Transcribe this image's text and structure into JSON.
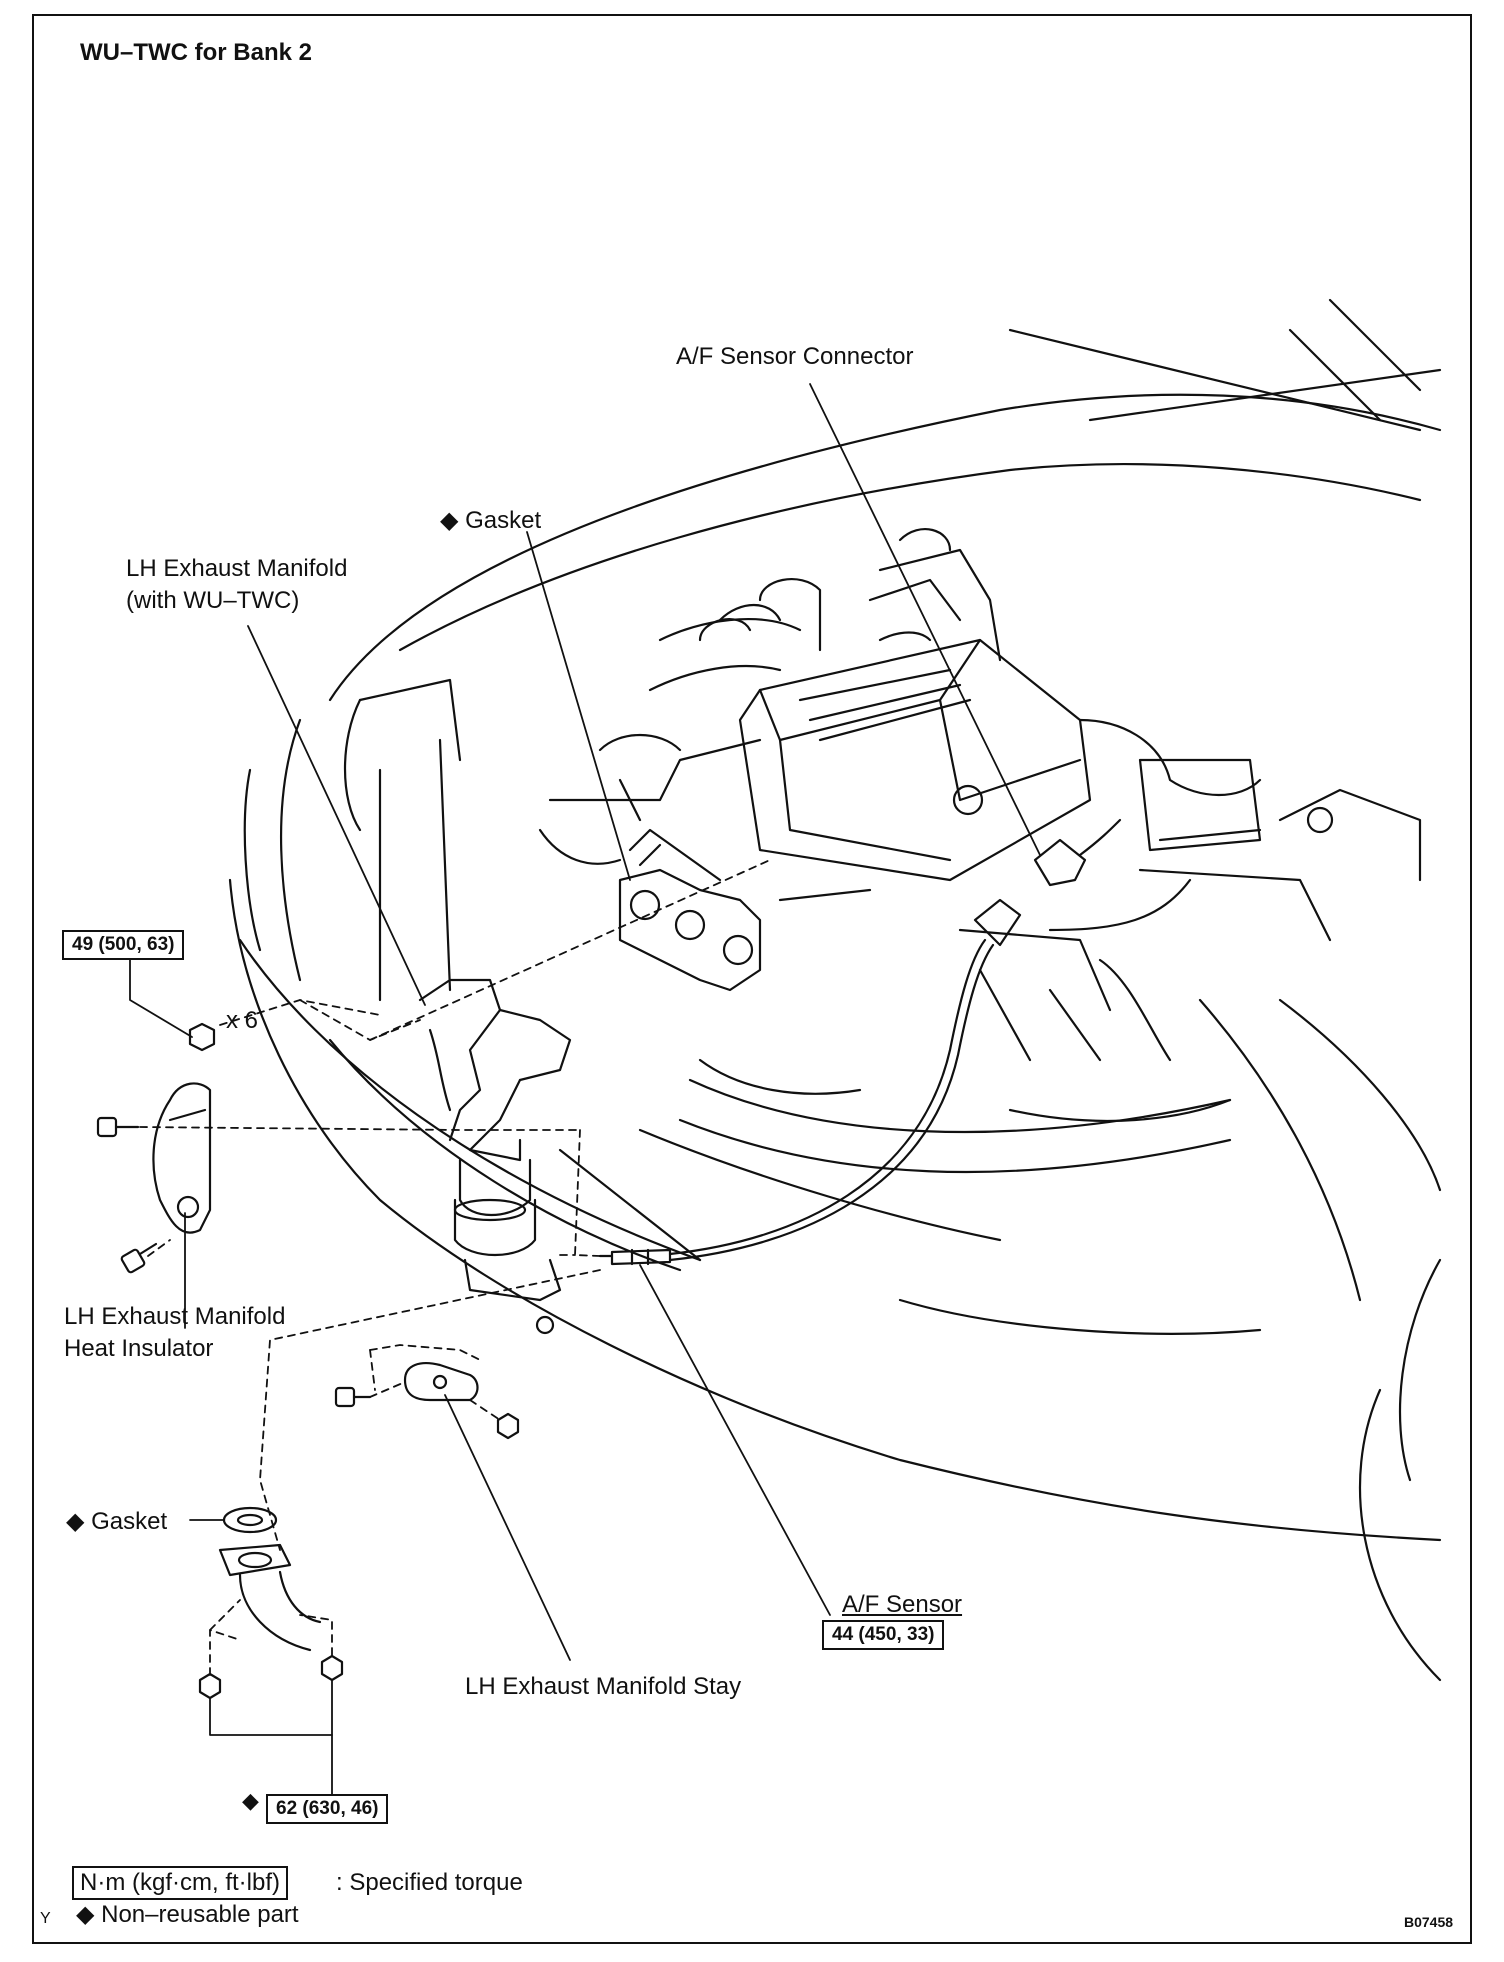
{
  "title": "WU–TWC for Bank 2",
  "labels": {
    "af_sensor_connector": "A/F Sensor Connector",
    "gasket_top": "◆ Gasket",
    "lh_exhaust_manifold": "LH Exhaust Manifold",
    "lh_exhaust_manifold_sub": "(with WU–TWC)",
    "times_six": "x 6",
    "heat_insulator_line1": "LH  Exhaust  Manifold",
    "heat_insulator_line2": "Heat Insulator",
    "gasket_bottom": "◆ Gasket",
    "manifold_stay": "LH Exhaust Manifold Stay",
    "af_sensor": "A/F Sensor",
    "nonreusable_marker": "◆"
  },
  "torques": {
    "manifold_nut": "49 (500, 63)",
    "af_sensor": "44 (450, 33)",
    "pipe_nut": "62 (630, 46)"
  },
  "legend": {
    "torque_unit": "N·m (kgf·cm, ft·lbf)",
    "torque_desc": ": Specified torque",
    "nonreusable": "◆ Non–reusable part",
    "corner_mark": "Y"
  },
  "figure_code": "B07458"
}
